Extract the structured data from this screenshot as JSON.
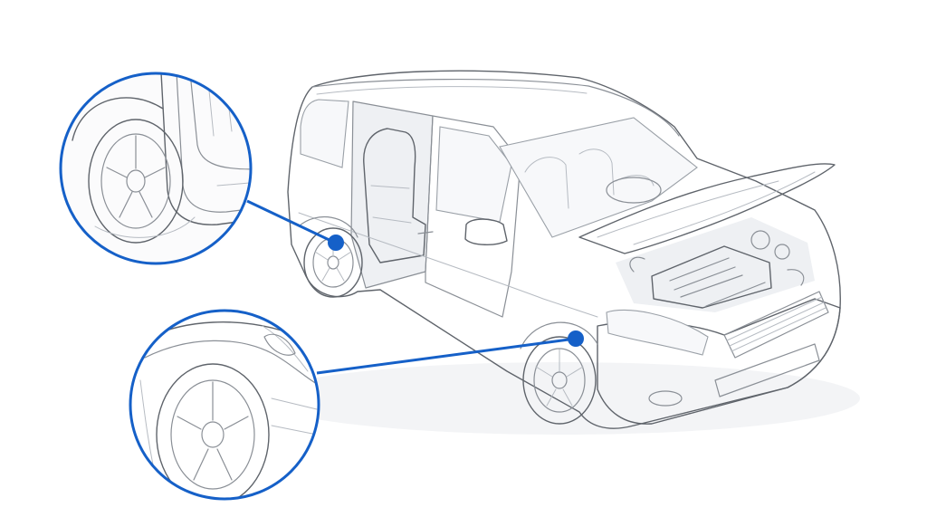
{
  "colors": {
    "accent": "#1560c8",
    "line": "#8a8f96",
    "background": "#ffffff"
  },
  "callouts": [
    {
      "name": "rear-wheel-arch-detail",
      "icon": "magnifier-circle"
    },
    {
      "name": "front-wheel-arch-detail",
      "icon": "magnifier-circle"
    }
  ]
}
